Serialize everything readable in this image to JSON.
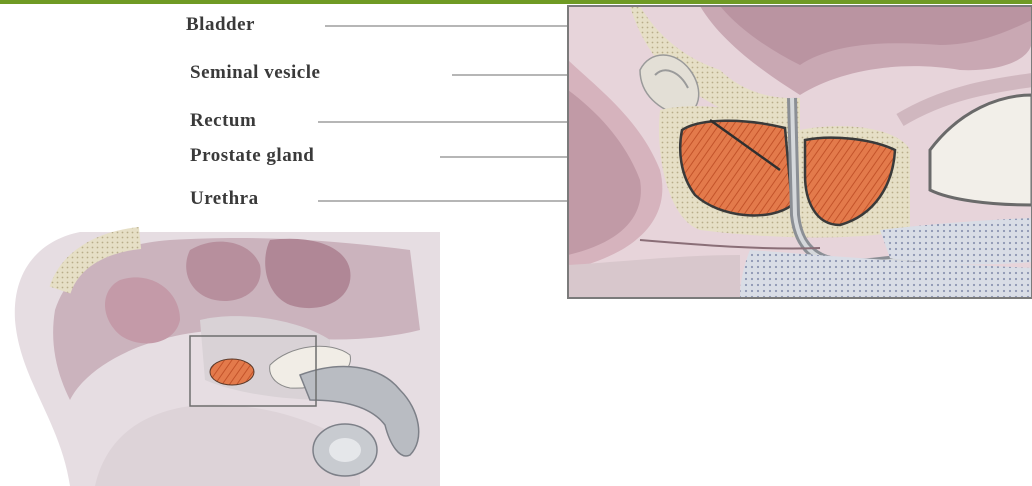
{
  "labels": {
    "bladder": "Bladder",
    "seminal_vesicle": "Seminal vesicle",
    "rectum": "Rectum",
    "prostate_gland": "Prostate gland",
    "urethra": "Urethra"
  },
  "colors": {
    "accent_bar": "#6f9a24",
    "prostate": "#e2794a",
    "tissue": "#d9c6cc",
    "bone": "#e8e2c9"
  }
}
